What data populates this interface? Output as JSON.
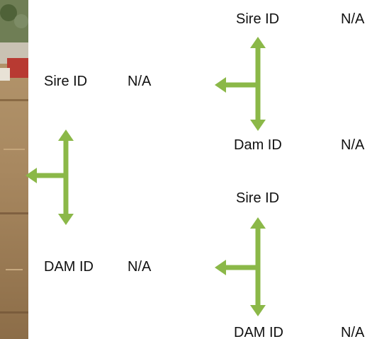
{
  "colors": {
    "arrow": "#8BB848",
    "text": "#111111"
  },
  "photo": {
    "description_icon": "farm-animal-photo"
  },
  "parents": {
    "sire": {
      "id_label": "Sire ID",
      "value": "N/A"
    },
    "dam": {
      "id_label": "DAM ID",
      "value": "N/A"
    }
  },
  "grandparents": {
    "paternal": {
      "sire": {
        "id_label": "Sire ID",
        "value": "N/A"
      },
      "dam": {
        "id_label": "Dam ID",
        "value": "N/A"
      }
    },
    "maternal": {
      "sire": {
        "id_label": "Sire ID",
        "value": ""
      },
      "dam": {
        "id_label": "DAM ID",
        "value": "N/A"
      }
    }
  }
}
